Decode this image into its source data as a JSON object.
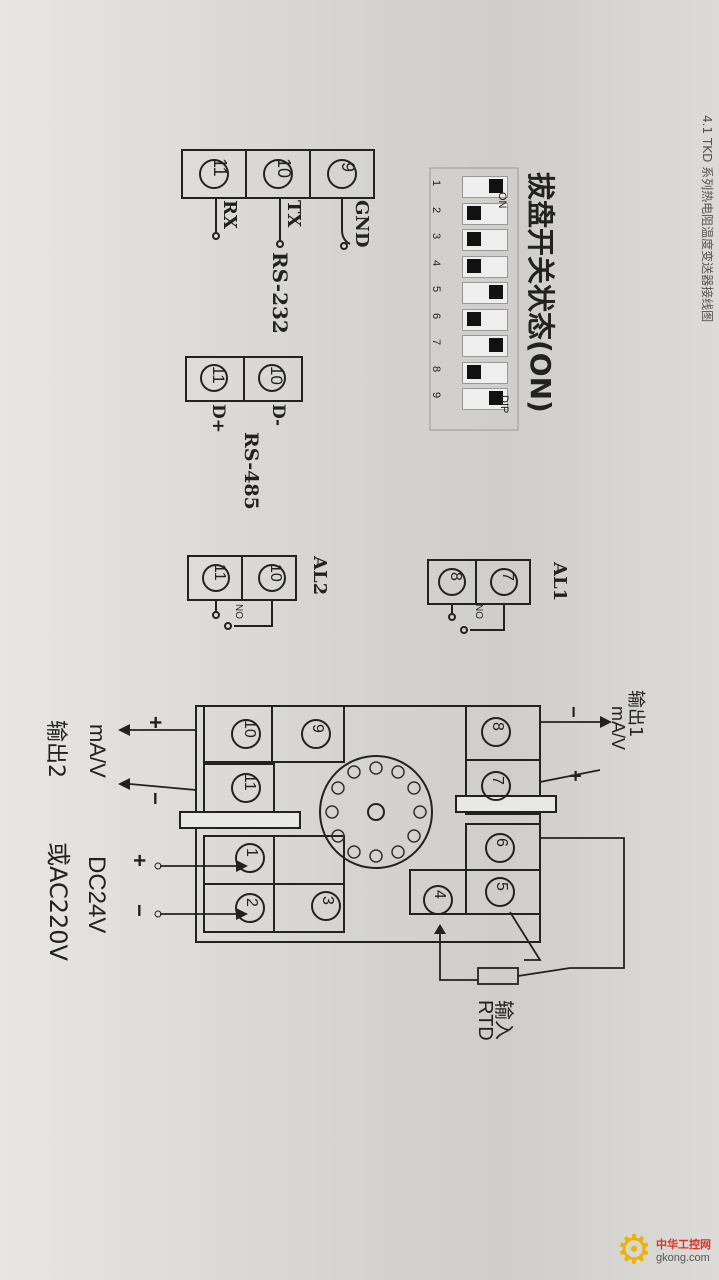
{
  "header": "4.1 TKD 系列热电阻温度变送器接线图",
  "dip": {
    "title": "拔盘开关状态(ON)",
    "on_label": "ON",
    "dip_label": "DIP",
    "numbers": [
      "1",
      "2",
      "3",
      "4",
      "5",
      "6",
      "7",
      "8",
      "9"
    ],
    "states": [
      true,
      false,
      false,
      false,
      true,
      false,
      true,
      false,
      true
    ]
  },
  "rs232": {
    "terminals": [
      "9",
      "10",
      "11"
    ],
    "signals": [
      "GND",
      "TX",
      "RX"
    ],
    "title": "RS-232"
  },
  "rs485": {
    "terminals": [
      "10",
      "11"
    ],
    "signals": [
      "D-",
      "D+"
    ],
    "title": "RS-485"
  },
  "al1": {
    "title": "AL1",
    "terminals": [
      "7",
      "8"
    ],
    "contact": "NO"
  },
  "al2": {
    "title": "AL2",
    "terminals": [
      "10",
      "11"
    ],
    "contact": "NO"
  },
  "main": {
    "terminals_top": [
      "8",
      "7",
      "6",
      "5",
      "4"
    ],
    "terminals_bottom": [
      "10",
      "9",
      "11",
      "1",
      "2",
      "3"
    ],
    "output1_label": "输出1",
    "output1_unit": "mA/V",
    "output2_label": "输出2",
    "output2_unit": "mA/V",
    "input_label": "输入",
    "input_type": "RTD",
    "power_label": "DC24V",
    "power_alt": "或AC220V",
    "plus": "+",
    "minus": "−"
  },
  "watermark": {
    "line1": "中华工控网",
    "line2": "gkong.com"
  }
}
